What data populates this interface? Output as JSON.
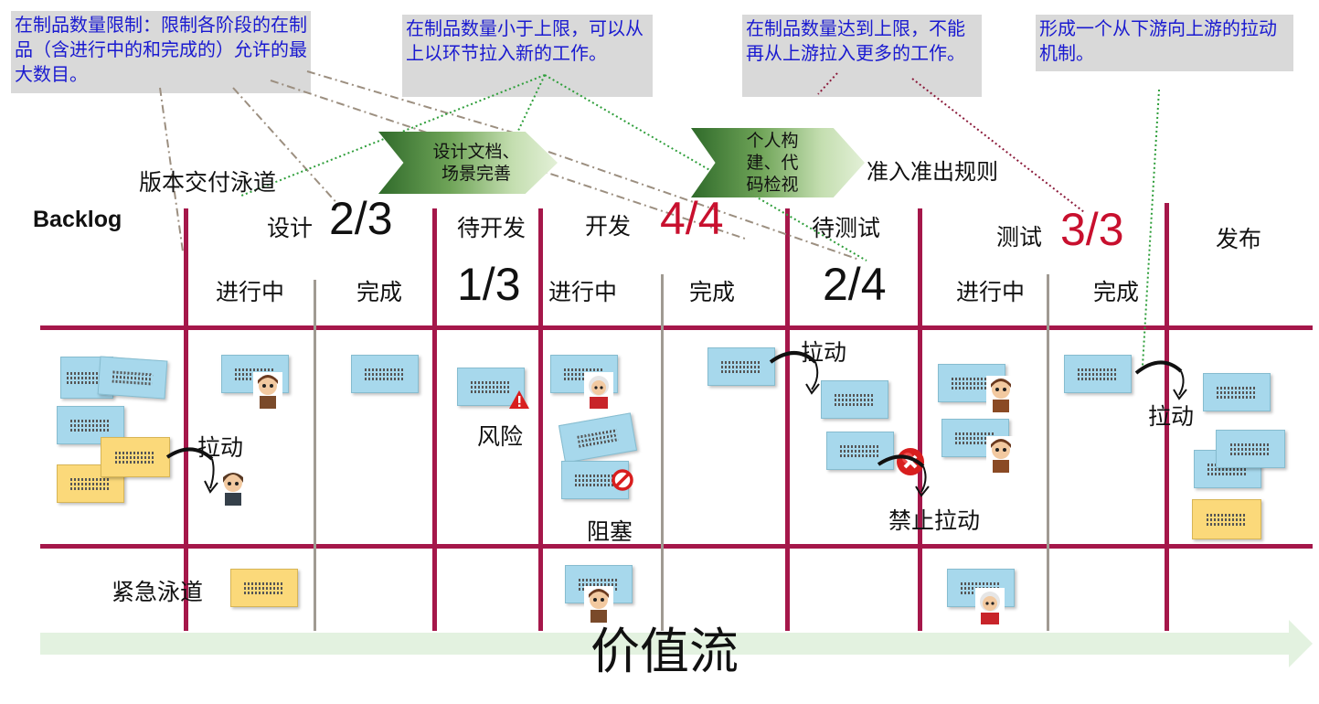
{
  "callouts": {
    "wip_limit": "在制品数量限制：限制各阶段的在制品（含进行中的和完成的）允许的最大数目。",
    "below_limit": "在制品数量小于上限，可以从上以环节拉入新的工作。",
    "at_limit": "在制品数量达到上限，不能再从上游拉入更多的工作。",
    "pull_mechanism": "形成一个从下游向上游的拉动机制。"
  },
  "policies": {
    "design_docs": "设计文档、场景完善",
    "personal_build": "个人构建、代码检视",
    "entry_exit_rules": "准入准出规则"
  },
  "lanes": {
    "delivery": "版本交付泳道",
    "urgent": "紧急泳道"
  },
  "columns": {
    "backlog": "Backlog",
    "design": "设计",
    "design_limit": "2/3",
    "to_develop": "待开发",
    "to_develop_limit": "1/3",
    "develop": "开发",
    "develop_limit": "4/4",
    "to_test": "待测试",
    "to_test_limit": "2/4",
    "test": "测试",
    "test_limit": "3/3",
    "release": "发布",
    "in_progress": "进行中",
    "done": "完成"
  },
  "annotations": {
    "pull": "拉动",
    "risk": "风险",
    "blocked": "阻塞",
    "no_pull": "禁止拉动"
  },
  "value_stream": "价值流",
  "colors": {
    "lane_line": "#a5174a",
    "sub_line": "#a09a92",
    "callout_bg": "#d9d9d9",
    "callout_text": "#1a1ad0",
    "limit_red": "#c8102e",
    "card_blue": "#a7d8ec",
    "card_yellow": "#fbd97a",
    "arrow_green": "#e3f2e0"
  },
  "icons": [
    "warning-icon",
    "blocked-icon",
    "forbidden-icon",
    "pull-arrow-icon",
    "person-icon"
  ]
}
